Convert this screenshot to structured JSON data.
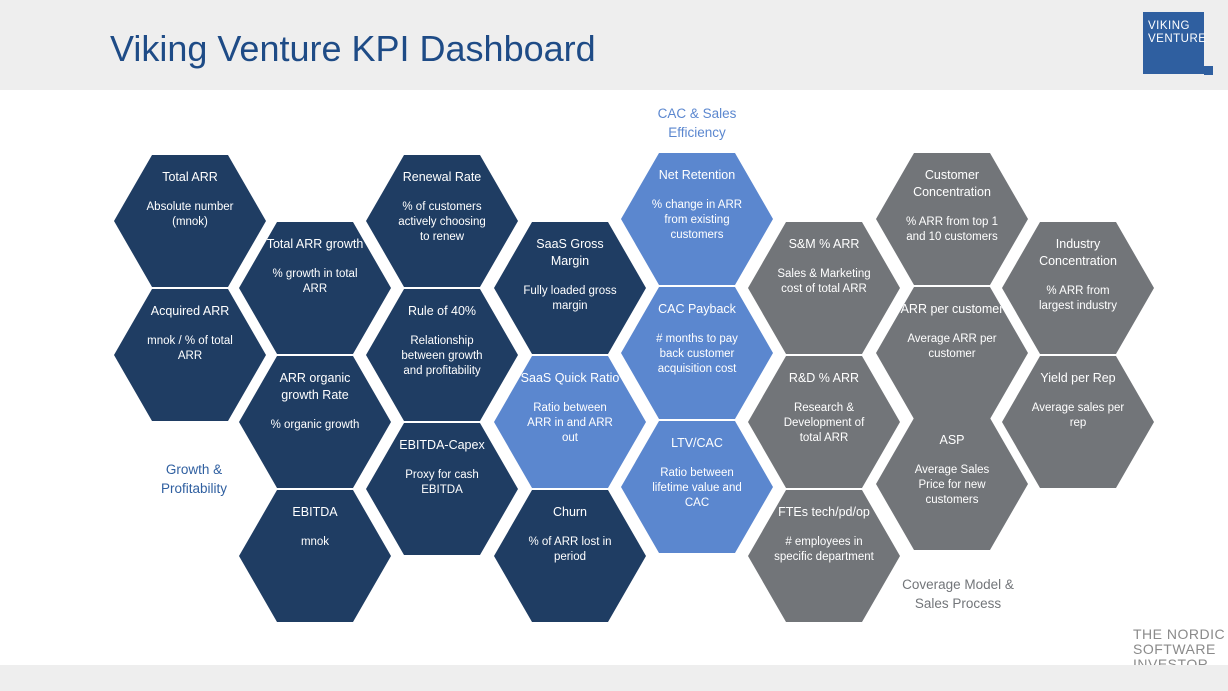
{
  "header": {
    "title": "Viking Venture KPI Dashboard"
  },
  "logo": {
    "line1": "VIKING",
    "line2": "VENTURE"
  },
  "brand": {
    "line1": "THE NORDIC",
    "line2": "SOFTWARE",
    "line3": "INVESTOR"
  },
  "categories": {
    "growth": {
      "line1": "Growth &",
      "line2": "Profitability"
    },
    "cac": {
      "line1": "CAC & Sales",
      "line2": "Efficiency"
    },
    "coverage": {
      "line1": "Coverage Model &",
      "line2": "Sales Process"
    }
  },
  "colors": {
    "dark": "#1f3d63",
    "light": "#5b87cf",
    "gray": "#727579",
    "title": "#1e4b86"
  },
  "kpis": {
    "total_arr": {
      "title": "Total ARR",
      "desc": "Absolute number (mnok)"
    },
    "acquired_arr": {
      "title": "Acquired ARR",
      "desc": "mnok / % of total ARR"
    },
    "total_arr_growth": {
      "title": "Total ARR growth",
      "desc": "% growth in total ARR"
    },
    "arr_organic": {
      "title": "ARR organic growth Rate",
      "desc": "% organic growth"
    },
    "ebitda": {
      "title": "EBITDA",
      "desc": "mnok"
    },
    "renewal_rate": {
      "title": "Renewal Rate",
      "desc": "% of customers actively choosing to renew"
    },
    "rule_of_40": {
      "title": "Rule of 40%",
      "desc": "Relationship between growth and profitability"
    },
    "ebitda_capex": {
      "title": "EBITDA-Capex",
      "desc": "Proxy for cash EBITDA"
    },
    "saas_gross_margin": {
      "title": "SaaS Gross Margin",
      "desc": "Fully loaded gross margin"
    },
    "saas_quick_ratio": {
      "title": "SaaS Quick Ratio",
      "desc": "Ratio between ARR in and ARR out"
    },
    "churn": {
      "title": "Churn",
      "desc": "% of ARR lost in period"
    },
    "net_retention": {
      "title": "Net Retention",
      "desc": "% change in ARR from existing customers"
    },
    "cac_payback": {
      "title": "CAC Payback",
      "desc": "# months to pay back customer acquisition cost"
    },
    "ltv_cac": {
      "title": "LTV/CAC",
      "desc": "Ratio between lifetime value and CAC"
    },
    "sm_arr": {
      "title": "S&M % ARR",
      "desc": "Sales & Marketing cost of total ARR"
    },
    "rd_arr": {
      "title": "R&D % ARR",
      "desc": "Research & Development of total ARR"
    },
    "ftes": {
      "title": "FTEs tech/pd/op",
      "desc": "# employees in specific department"
    },
    "customer_concentration": {
      "title": "Customer Concentration",
      "desc": "% ARR from top 1 and 10 customers"
    },
    "arr_per_customer": {
      "title": "ARR per customer",
      "desc": "Average ARR per customer"
    },
    "asp": {
      "title": "ASP",
      "desc": "Average Sales Price for new customers"
    },
    "industry_concentration": {
      "title": "Industry Concentration",
      "desc": "% ARR from largest industry"
    },
    "yield_per_rep": {
      "title": "Yield per Rep",
      "desc": "Average sales per rep"
    }
  }
}
